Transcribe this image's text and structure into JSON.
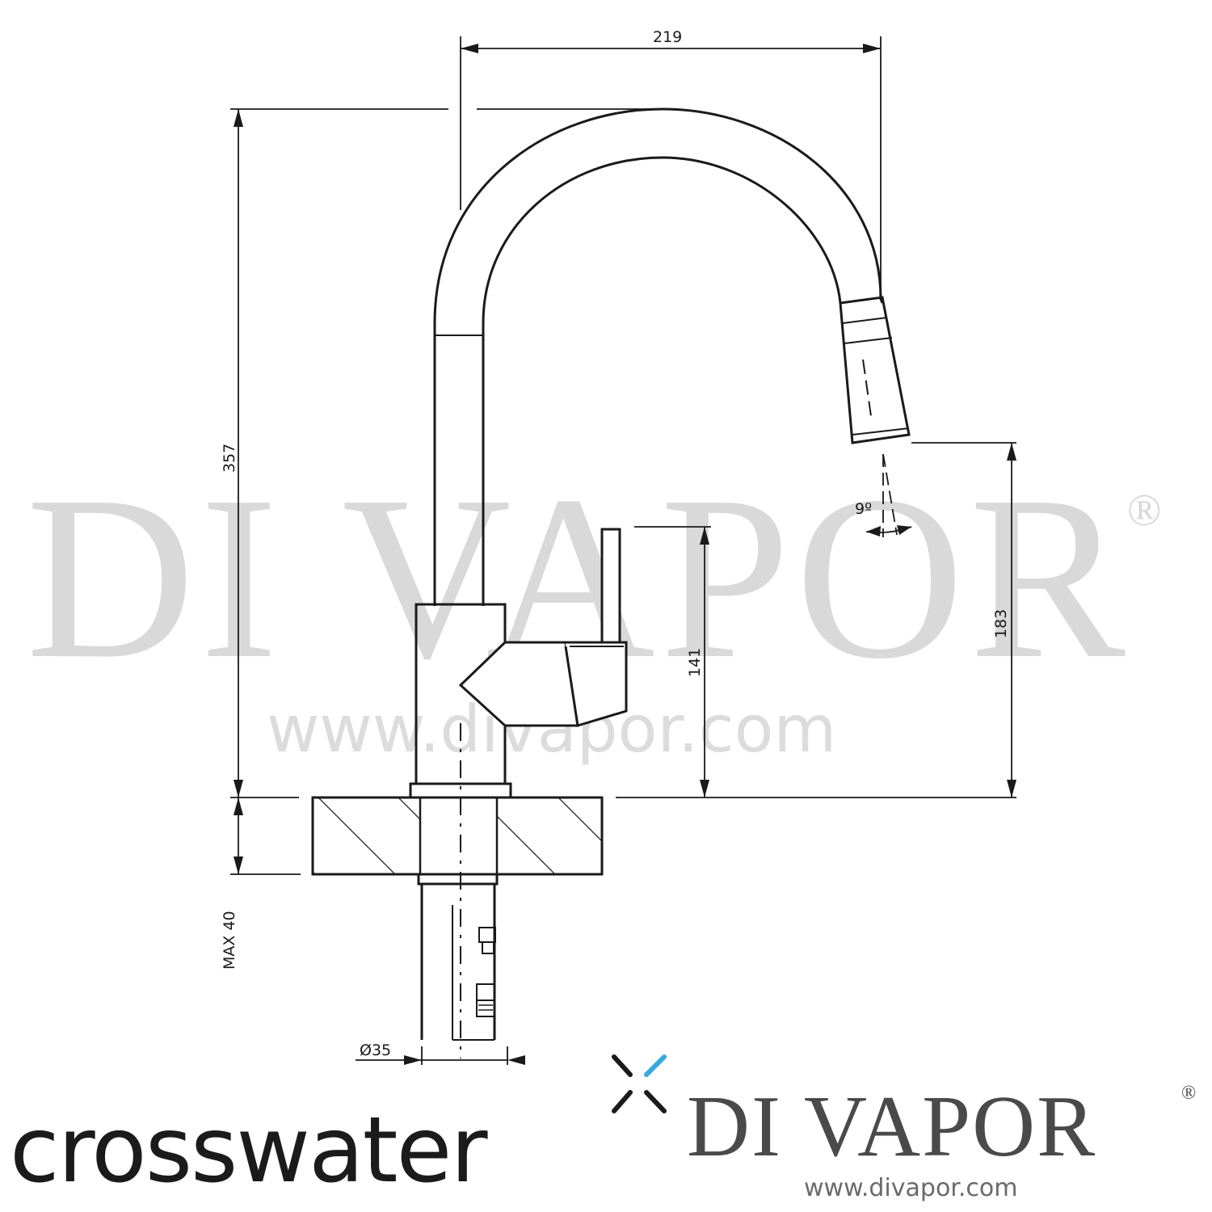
{
  "watermark": {
    "text": "DI VAPOR",
    "registered": "®",
    "url": "www.divapor.com"
  },
  "dimensions": {
    "width_219": "219",
    "height_357": "357",
    "height_183": "183",
    "height_141": "141",
    "angle": "9º",
    "max_40": "MAX 40",
    "diameter_35": "Ø35"
  },
  "branding": {
    "crosswater": "crosswater",
    "divapor": "DI VAPOR",
    "registered": "®",
    "url": "www.divapor.com"
  },
  "colors": {
    "line": "#1a1a1a",
    "watermark": "#d9d9d9",
    "crosswater_accent": "#3aa8dd"
  }
}
